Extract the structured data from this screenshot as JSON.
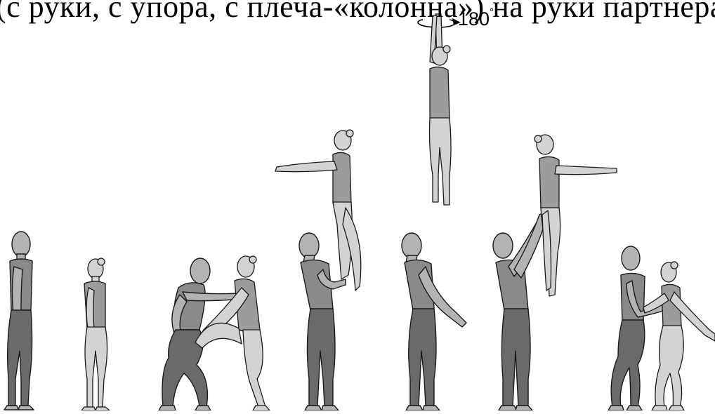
{
  "caption": "(с руки, с упора, с плеча-«колонна») на руки партнера)",
  "rotation": {
    "value": "180",
    "unit": "°"
  },
  "figure_groups": [
    "male-standing-1",
    "female-standing-1",
    "pair-squat-push",
    "pair-hand-lift",
    "female-pirouette-air",
    "male-release",
    "pair-catch",
    "pair-landing"
  ],
  "colors": {
    "male_torso": "#8a8a8a",
    "male_legs": "#6a6a6a",
    "female_skin": "#d3d3d3",
    "female_suit": "#9c9c9c",
    "outline": "#1a1a1a"
  }
}
